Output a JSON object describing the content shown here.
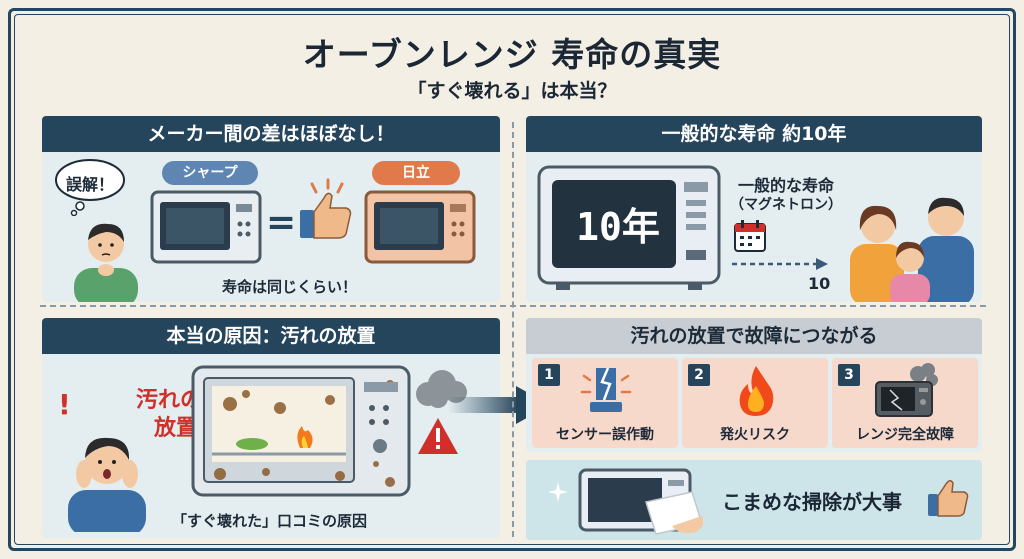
{
  "header": {
    "title": "オーブンレンジ 寿命の真実",
    "subtitle": "「すぐ壊れる」は本当？"
  },
  "panel_maker": {
    "heading": "メーカー間の差はほぼなし！",
    "bubble": "誤解！",
    "brand_left": "シャープ",
    "brand_right": "日立",
    "equals": "=",
    "caption": "寿命は同じくらい！"
  },
  "panel_lifespan": {
    "heading": "一般的な寿命 約10年",
    "display": "10年",
    "label_line1": "一般的な寿命",
    "label_line2": "（マグネトロン）",
    "timeline_end": "10"
  },
  "panel_cause": {
    "heading": "本当の原因：汚れの放置",
    "red_label_line1": "汚れの",
    "red_label_line2": "放置",
    "caption": "「すぐ壊れた」口コミの原因"
  },
  "panel_failure": {
    "heading": "汚れの放置で故障につながる",
    "items": [
      {
        "num": "1",
        "label": "センサー誤作動"
      },
      {
        "num": "2",
        "label": "発火リスク"
      },
      {
        "num": "3",
        "label": "レンジ完全故障"
      }
    ],
    "tip": "こまめな掃除が大事"
  },
  "colors": {
    "navy": "#24455c",
    "panel_bg": "#e4eef0",
    "card_bg": "#f7d9cc",
    "sharp_tag": "#5f86b3",
    "hitachi_tag": "#e07a4a",
    "warning_red": "#d0302a"
  }
}
